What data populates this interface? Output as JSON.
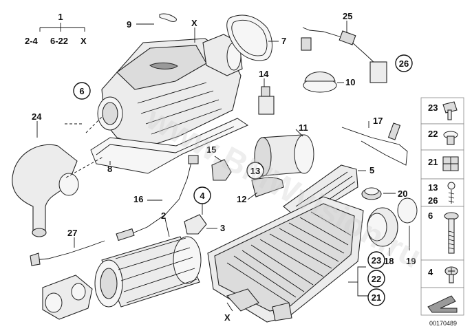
{
  "diagram": {
    "header": {
      "top_number": "1",
      "sub_labels": [
        "2-4",
        "6-22",
        "X"
      ]
    },
    "callouts": {
      "c9": "9",
      "cX_top": "X",
      "c7": "7",
      "c25": "25",
      "c6": "6",
      "c26": "26",
      "c14": "14",
      "c10": "10",
      "c24": "24",
      "c17": "17",
      "c11": "11",
      "c15": "15",
      "c13": "13",
      "c5": "5",
      "c8": "8",
      "c12": "12",
      "c20": "20",
      "c4": "4",
      "c16": "16",
      "c2": "2",
      "c3": "3",
      "c27": "27",
      "c18": "18",
      "c19": "19",
      "c23": "23",
      "c22": "22",
      "c21": "21",
      "cX_bottom": "X"
    },
    "sidebar": {
      "rows": [
        "23",
        "22",
        "21",
        "13",
        "26",
        "6",
        "4"
      ]
    },
    "watermark": "www.BMWvision.ru",
    "diagram_number": "00170489"
  }
}
